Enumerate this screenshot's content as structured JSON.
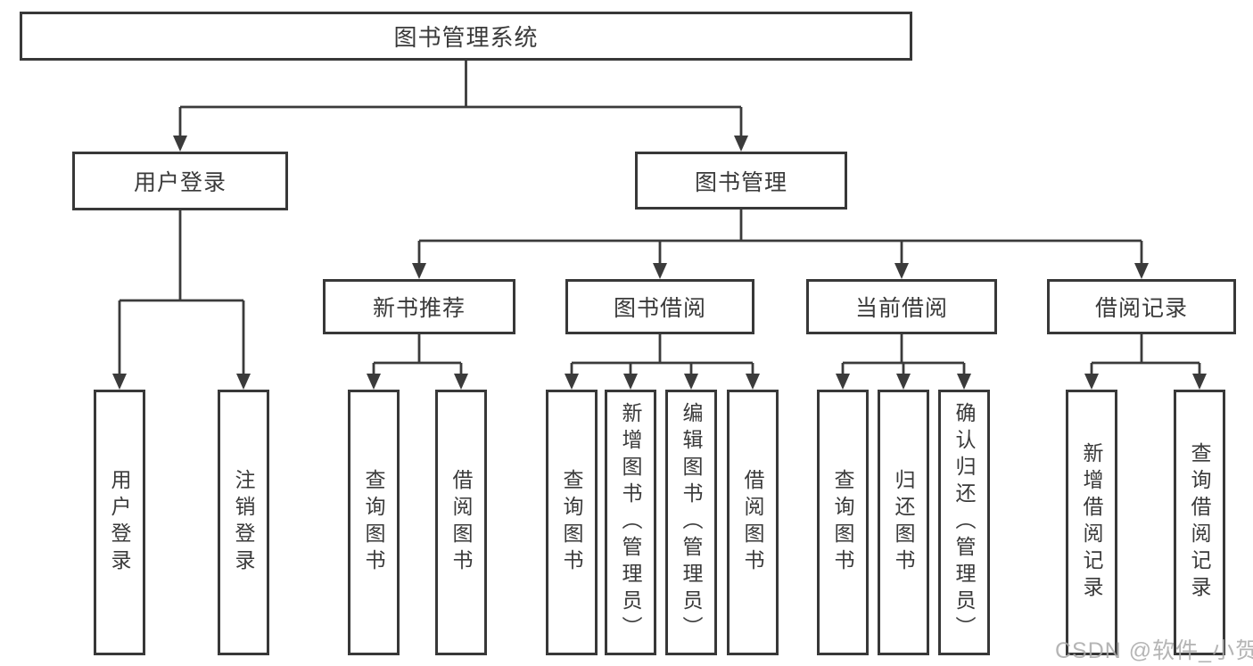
{
  "diagram": {
    "root": {
      "label": "图书管理系统"
    },
    "branches": [
      {
        "label": "用户登录",
        "children": [
          {
            "label": "用户登录"
          },
          {
            "label": "注销登录"
          }
        ]
      },
      {
        "label": "图书管理",
        "children": [
          {
            "label": "新书推荐",
            "children": [
              {
                "label": "查询图书"
              },
              {
                "label": "借阅图书"
              }
            ]
          },
          {
            "label": "图书借阅",
            "children": [
              {
                "label": "查询图书"
              },
              {
                "label": "新增图书（管理员）"
              },
              {
                "label": "编辑图书（管理员）"
              },
              {
                "label": "借阅图书"
              }
            ]
          },
          {
            "label": "当前借阅",
            "children": [
              {
                "label": "查询图书"
              },
              {
                "label": "归还图书"
              },
              {
                "label": "确认归还（管理员）"
              }
            ]
          },
          {
            "label": "借阅记录",
            "children": [
              {
                "label": "新增借阅记录"
              },
              {
                "label": "查询借阅记录"
              }
            ]
          }
        ]
      }
    ]
  },
  "watermark": "CSDN @软件_小贺同学",
  "colors": {
    "line": "#3b3b3b",
    "border": "#383838",
    "text": "#3a3a3a",
    "watermark": "#a9a9a9",
    "background": "#ffffff"
  }
}
